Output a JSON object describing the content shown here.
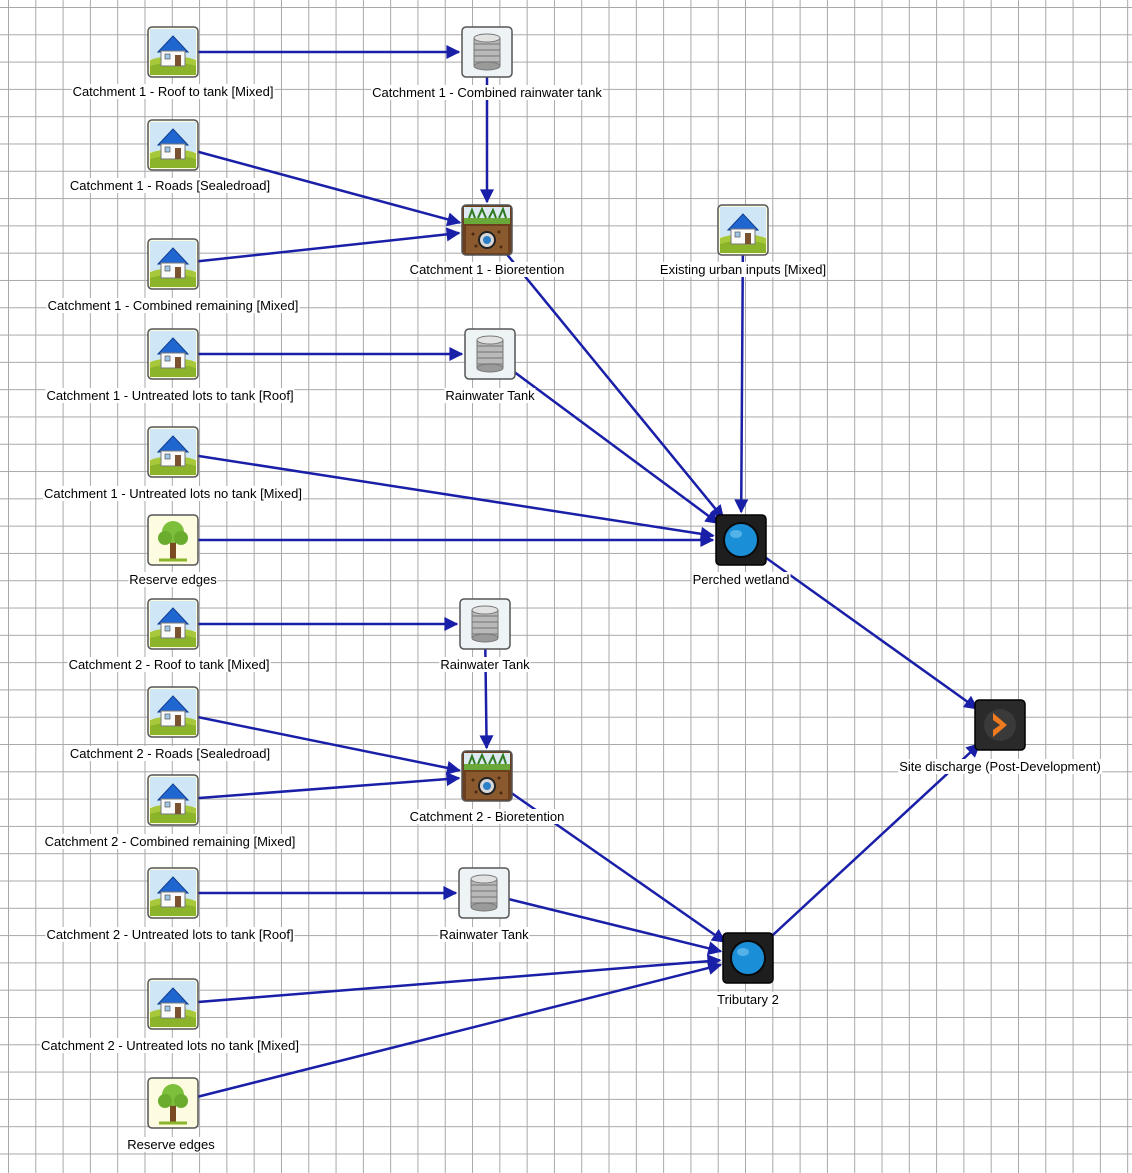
{
  "nodes": [
    {
      "id": "c1-roof",
      "type": "urban",
      "label": "Catchment 1 - Roof to tank [Mixed]"
    },
    {
      "id": "c1-combined-tank",
      "type": "tank",
      "label": "Catchment 1 - Combined rainwater tank"
    },
    {
      "id": "c1-roads",
      "type": "urban",
      "label": "Catchment 1 - Roads [Sealedroad]"
    },
    {
      "id": "c1-bio",
      "type": "bioretention",
      "label": "Catchment 1 - Bioretention"
    },
    {
      "id": "existing-urban",
      "type": "urban",
      "label": "Existing urban inputs [Mixed]"
    },
    {
      "id": "c1-combined",
      "type": "urban",
      "label": "Catchment 1 - Combined remaining [Mixed]"
    },
    {
      "id": "c1-untreated-tank",
      "type": "urban",
      "label": "Catchment 1 - Untreated lots to tank [Roof]"
    },
    {
      "id": "rw-tank-1",
      "type": "tank",
      "label": "Rainwater Tank"
    },
    {
      "id": "c1-untreated-notank",
      "type": "urban",
      "label": "Catchment 1 - Untreated lots no tank [Mixed]"
    },
    {
      "id": "reserve-1",
      "type": "tree",
      "label": "Reserve edges"
    },
    {
      "id": "wetland",
      "type": "wetland",
      "label": "Perched wetland"
    },
    {
      "id": "c2-roof",
      "type": "urban",
      "label": "Catchment 2 - Roof to tank [Mixed]"
    },
    {
      "id": "rw-tank-2",
      "type": "tank",
      "label": "Rainwater Tank"
    },
    {
      "id": "discharge",
      "type": "discharge",
      "label": "Site discharge (Post-Development)"
    },
    {
      "id": "c2-roads",
      "type": "urban",
      "label": "Catchment 2 - Roads [Sealedroad]"
    },
    {
      "id": "c2-bio",
      "type": "bioretention",
      "label": "Catchment 2 - Bioretention"
    },
    {
      "id": "c2-combined",
      "type": "urban",
      "label": "Catchment 2 - Combined remaining [Mixed]"
    },
    {
      "id": "c2-untreated-tank",
      "type": "urban",
      "label": "Catchment 2 - Untreated lots to tank [Roof]"
    },
    {
      "id": "rw-tank-3",
      "type": "tank",
      "label": "Rainwater Tank"
    },
    {
      "id": "tributary",
      "type": "wetland",
      "label": "Tributary 2"
    },
    {
      "id": "c2-untreated-notank",
      "type": "urban",
      "label": "Catchment 2 - Untreated lots no tank [Mixed]"
    },
    {
      "id": "reserve-2",
      "type": "tree",
      "label": "Reserve edges"
    }
  ],
  "links": [
    [
      "c1-roof",
      "c1-combined-tank"
    ],
    [
      "c1-combined-tank",
      "c1-bio"
    ],
    [
      "c1-roads",
      "c1-bio"
    ],
    [
      "c1-combined",
      "c1-bio"
    ],
    [
      "c1-bio",
      "wetland"
    ],
    [
      "existing-urban",
      "wetland"
    ],
    [
      "c1-untreated-tank",
      "rw-tank-1"
    ],
    [
      "rw-tank-1",
      "wetland"
    ],
    [
      "c1-untreated-notank",
      "wetland"
    ],
    [
      "reserve-1",
      "wetland"
    ],
    [
      "wetland",
      "discharge"
    ],
    [
      "c2-roof",
      "rw-tank-2"
    ],
    [
      "rw-tank-2",
      "c2-bio"
    ],
    [
      "c2-roads",
      "c2-bio"
    ],
    [
      "c2-combined",
      "c2-bio"
    ],
    [
      "c2-bio",
      "tributary"
    ],
    [
      "c2-untreated-tank",
      "rw-tank-3"
    ],
    [
      "rw-tank-3",
      "tributary"
    ],
    [
      "c2-untreated-notank",
      "tributary"
    ],
    [
      "reserve-2",
      "tributary"
    ],
    [
      "tributary",
      "discharge"
    ]
  ],
  "colors": {
    "link": "#1a1fa8",
    "grid": "#a8a8a8",
    "wetland": "#1a8fd8",
    "discharge": "#f07a20"
  }
}
